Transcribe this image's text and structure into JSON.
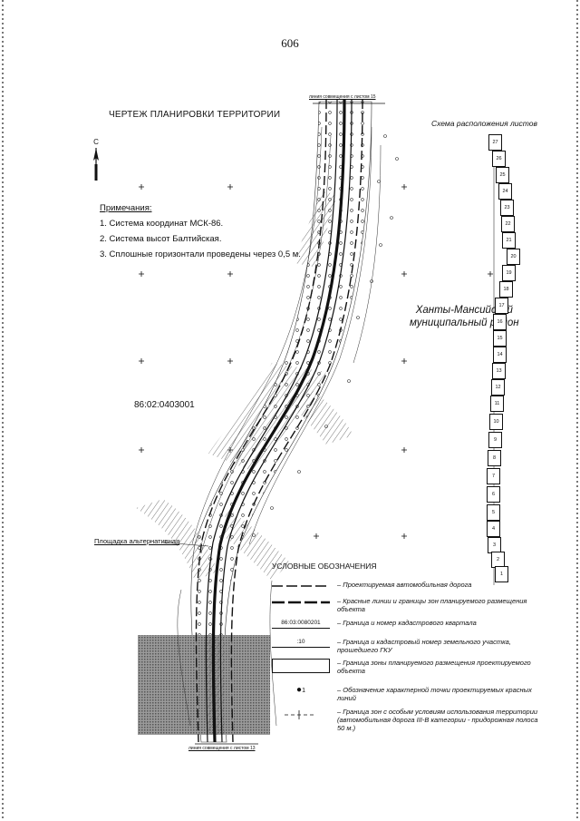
{
  "page_number": "606",
  "drawing_title": "ЧЕРТЕЖ ПЛАНИРОВКИ ТЕРРИТОРИИ",
  "north_label": "С",
  "notes": {
    "heading": "Примечания:",
    "items": [
      "1. Система координат МСК-86.",
      "2. Система высот Балтийская.",
      "3. Сплошные горизонтали проведены через 0,5 м."
    ]
  },
  "region_label": [
    "Ханты-Мансийский",
    "муниципальный район"
  ],
  "cadastral_quarter": "86:02:0403001",
  "site_label": "Площадка альтернативная",
  "boundary_top": "линия совмещения с листом 15",
  "boundary_bottom": "линия совмещения с листом 13",
  "scheme": {
    "title": "Схема расположения листов",
    "sheets": [
      "27",
      "26",
      "25",
      "24",
      "23",
      "22",
      "21",
      "20",
      "19",
      "18",
      "17",
      "16",
      "15",
      "14",
      "13",
      "12",
      "11",
      "10",
      "9",
      "8",
      "7",
      "6",
      "5",
      "4",
      "3",
      "2",
      "1"
    ]
  },
  "legend": {
    "title": "УСЛОВНЫЕ ОБОЗНАЧЕНИЯ",
    "items": [
      {
        "symbol": "",
        "text": "Проектируемая автомобильная дорога"
      },
      {
        "symbol": "",
        "text": "Красные линии и границы зон планируемого размещения объекта"
      },
      {
        "symbol": "86:03:0080201",
        "text": "Граница и номер кадастрового квартала"
      },
      {
        "symbol": ":10",
        "text": "Граница и кадастровый номер земельного участка, прошедшего ГКУ"
      },
      {
        "symbol": "",
        "text": "Граница зоны планируемого размещения проектируемого объекта"
      },
      {
        "symbol": "1",
        "text": "Обозначение характерной точки проектируемых красных линий"
      },
      {
        "symbol": "",
        "text": "Граница зон с особым условиям использования территории (автомобильная дорога III-В категории - придорожная полоса 50 м.)"
      }
    ]
  },
  "colors": {
    "ink": "#111111",
    "hatch": "#555555",
    "forest": "#8a8a8a"
  }
}
